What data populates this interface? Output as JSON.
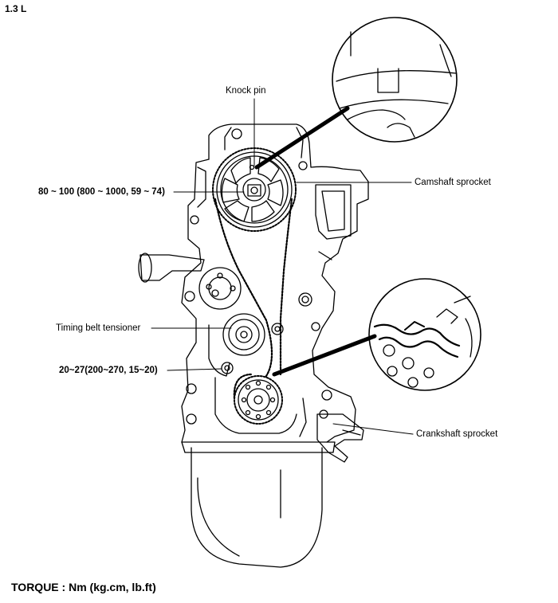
{
  "engine_label": "1.3 L",
  "labels": {
    "knock_pin": "Knock pin",
    "camshaft_sprocket": "Camshaft sprocket",
    "camshaft_torque": "80 ~ 100 (800 ~ 1000, 59 ~ 74)",
    "timing_belt_tensioner": "Timing belt tensioner",
    "tensioner_torque": "20~27(200~270, 15~20)",
    "crankshaft_sprocket": "Crankshaft sprocket"
  },
  "torque_legend": "TORQUE : Nm (kg.cm, lb.ft)",
  "colors": {
    "line": "#000000",
    "background": "#ffffff"
  }
}
